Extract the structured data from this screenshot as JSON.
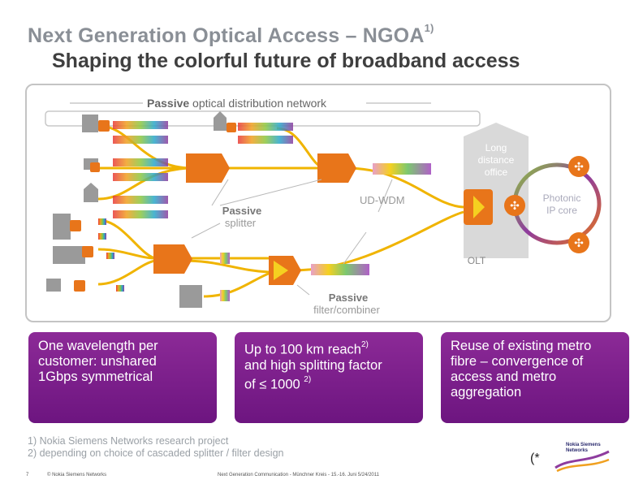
{
  "title": {
    "line1": "Next Generation Optical Access – NGOA",
    "line1_sup": "1)",
    "line2": "Shaping the colorful future of broadband access"
  },
  "diagram": {
    "pon_label_bold": "Passive",
    "pon_label_rest": " optical distribution network",
    "long_distance_office": [
      "Long",
      "distance",
      "office"
    ],
    "photonic_core": [
      "Photonic",
      "IP core"
    ],
    "passive_splitter": [
      "Passive",
      "splitter"
    ],
    "udwdm": "UD-WDM",
    "olt": "OLT",
    "passive_filter": [
      "Passive",
      "filter/combiner"
    ]
  },
  "boxes": [
    {
      "lines": [
        "One wavelength per",
        "customer: unshared",
        "1Gbps symmetrical"
      ]
    },
    {
      "lines": [
        "Up to 100 km reach",
        "and high splitting factor",
        "of ≤ 1000 "
      ],
      "sup1": "2)",
      "sup3": "2)"
    },
    {
      "lines": [
        "Reuse of existing metro",
        "fibre – convergence of",
        "access and metro",
        "aggregation"
      ]
    }
  ],
  "footnotes": {
    "fn1": "1) Nokia Siemens Networks research project",
    "fn2": "2) depending on choice of cascaded splitter / filter design"
  },
  "footer": {
    "page": "7",
    "copyright": "© Nokia Siemens Networks",
    "info": "Next Generation Communication - Münchner Kreis - 15.-16. Juni     5/24/2011",
    "mark": "(*"
  },
  "logo": {
    "text": "Nokia Siemens Networks"
  },
  "colors": {
    "fiber": "#f0b400",
    "device_orange": "#e8751a",
    "box_purple": "#7a1b8c",
    "title_gray": "#8a8f96",
    "title_dark": "#3f3f3f"
  }
}
